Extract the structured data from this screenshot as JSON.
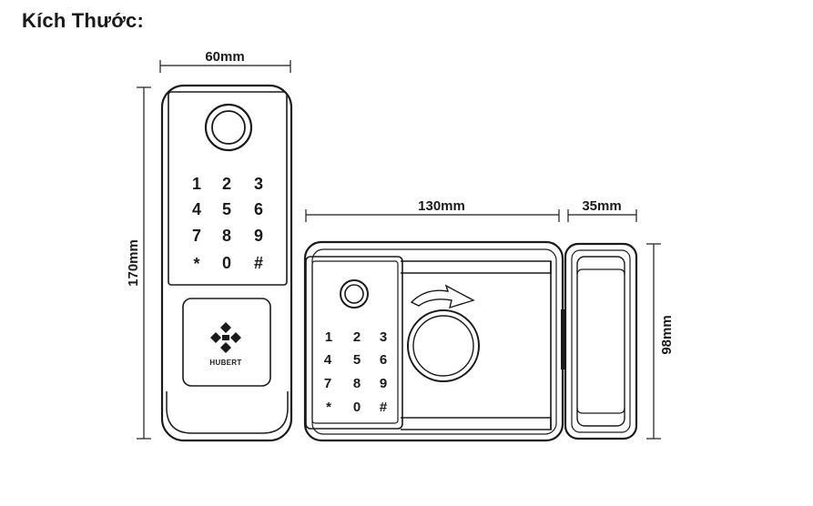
{
  "title": "Kích Thước:",
  "dimensions": {
    "front_width": "60mm",
    "front_height": "170mm",
    "body_width": "130mm",
    "side_width": "35mm",
    "body_height": "98mm"
  },
  "front_keypad": [
    "1",
    "2",
    "3",
    "4",
    "5",
    "6",
    "7",
    "8",
    "9",
    "*",
    "0",
    "#"
  ],
  "body_keypad": [
    "1",
    "2",
    "3",
    "4",
    "5",
    "6",
    "7",
    "8",
    "9",
    "*",
    "0",
    "#"
  ],
  "brand": "HUBERT"
}
